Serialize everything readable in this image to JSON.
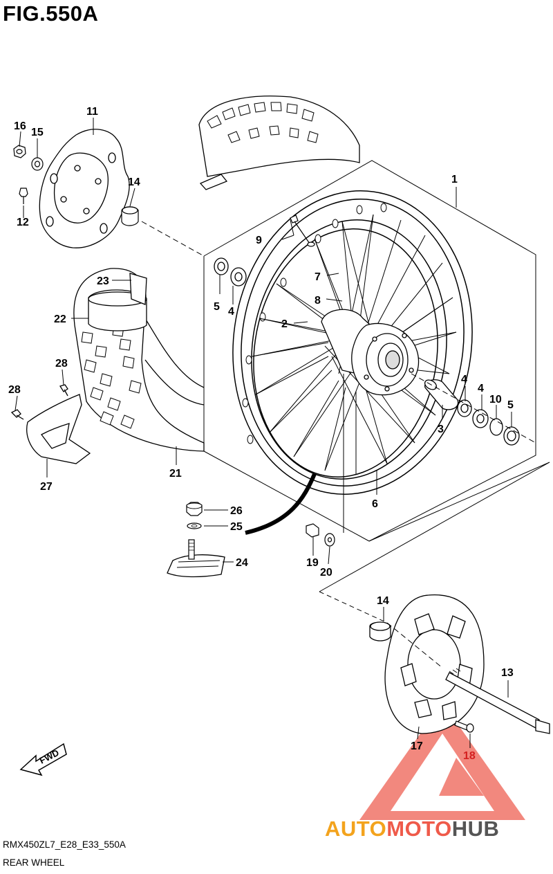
{
  "figure": {
    "title": "FIG.550A",
    "model_code": "RMX450ZL7_E28_E33_550A",
    "name": "REAR WHEEL"
  },
  "direction_arrow": {
    "label": "FWD"
  },
  "callouts": [
    {
      "id": "c1",
      "text": "1"
    },
    {
      "id": "c2",
      "text": "2"
    },
    {
      "id": "c3",
      "text": "3"
    },
    {
      "id": "c4a",
      "text": "4"
    },
    {
      "id": "c4b",
      "text": "4"
    },
    {
      "id": "c4c",
      "text": "4"
    },
    {
      "id": "c5a",
      "text": "5"
    },
    {
      "id": "c5b",
      "text": "5"
    },
    {
      "id": "c6",
      "text": "6"
    },
    {
      "id": "c7",
      "text": "7"
    },
    {
      "id": "c8",
      "text": "8"
    },
    {
      "id": "c9",
      "text": "9"
    },
    {
      "id": "c10",
      "text": "10"
    },
    {
      "id": "c11",
      "text": "11"
    },
    {
      "id": "c12",
      "text": "12"
    },
    {
      "id": "c13",
      "text": "13"
    },
    {
      "id": "c14a",
      "text": "14"
    },
    {
      "id": "c14b",
      "text": "14"
    },
    {
      "id": "c15",
      "text": "15"
    },
    {
      "id": "c16",
      "text": "16"
    },
    {
      "id": "c17",
      "text": "17"
    },
    {
      "id": "c18",
      "text": "18"
    },
    {
      "id": "c19",
      "text": "19"
    },
    {
      "id": "c20",
      "text": "20"
    },
    {
      "id": "c21",
      "text": "21"
    },
    {
      "id": "c22",
      "text": "22"
    },
    {
      "id": "c23",
      "text": "23"
    },
    {
      "id": "c24",
      "text": "24"
    },
    {
      "id": "c25",
      "text": "25"
    },
    {
      "id": "c26",
      "text": "26"
    },
    {
      "id": "c27",
      "text": "27"
    },
    {
      "id": "c28a",
      "text": "28"
    },
    {
      "id": "c28b",
      "text": "28"
    }
  ],
  "watermark": {
    "part1": "AUTO",
    "part2": "MOTO",
    "part3": "HUB",
    "colors": {
      "auto": "#f3a31d",
      "moto": "#ef5a4a",
      "hub": "#555555"
    }
  }
}
